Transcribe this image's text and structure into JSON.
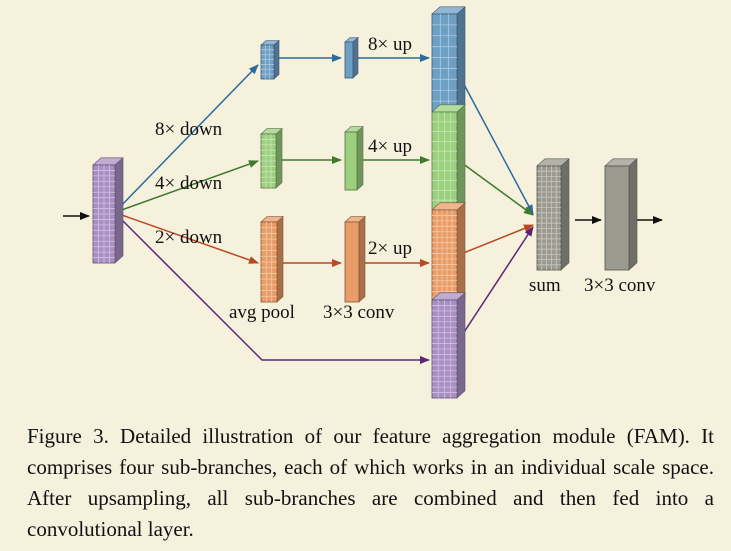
{
  "figure": {
    "labels": {
      "down8": "8× down",
      "down4": "4× down",
      "down2": "2× down",
      "up8": "8× up",
      "up4": "4× up",
      "up2": "2× up",
      "avg_pool": "avg pool",
      "conv_mid": "3×3 conv",
      "sum": "sum",
      "conv_out": "3×3 conv"
    },
    "colors": {
      "input": "#a98fc4",
      "blue": "#6e9fc5",
      "green": "#9ccf7e",
      "orange": "#ea9c66",
      "purple": "#a98fc4",
      "sum": "#9a9a8f",
      "conv_out": "#9a9a8f",
      "arrow_blue": "#2a6a9e",
      "arrow_green": "#3e7a2b",
      "arrow_orange": "#b9471f",
      "arrow_purple": "#5b2577",
      "arrow_black": "#111111"
    }
  },
  "caption": {
    "text": "Figure 3. Detailed illustration of our feature aggregation module (FAM). It comprises four sub-branches, each of which works in an individual scale space. After upsampling, all sub-branches are combined and then fed into a convolutional layer."
  }
}
